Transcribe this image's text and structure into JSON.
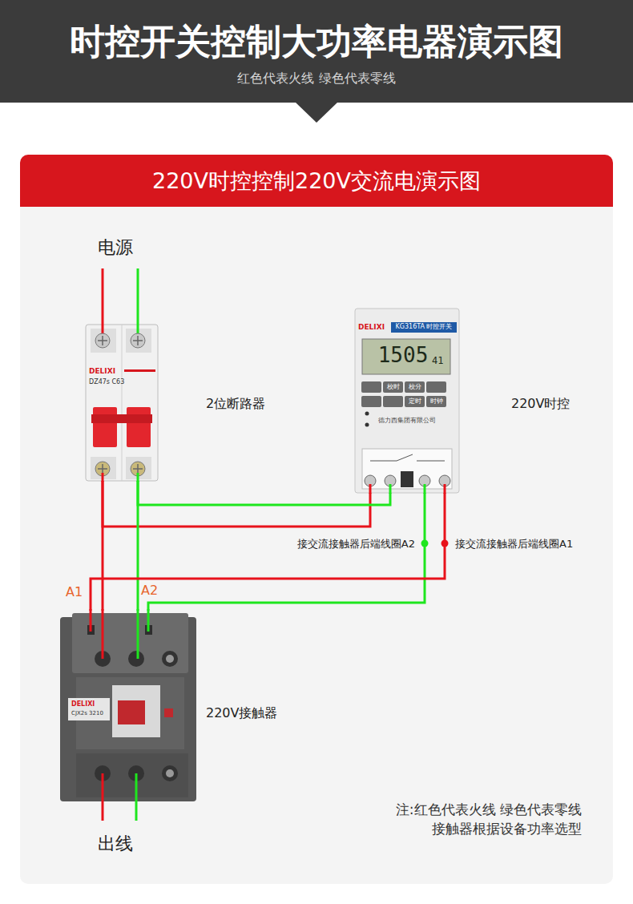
{
  "diagram": {
    "title": "时控开关控制大功率电器演示图",
    "nodes": [
      {
        "text": [
          "220V时控控制220V交流电演示图"
        ]
      },
      {
        "text": [
          "2位断路器",
          "DELIXI",
          "DZ47s C63"
        ],
        "in": 0
      },
      {
        "text": [
          "220V时控",
          "DELIXI",
          "KG316TA 时控开关",
          "1505",
          "41",
          "校时",
          "校分",
          "定时",
          "时钟",
          "德力西集团有限公司"
        ],
        "in": 0
      },
      {
        "text": [
          "220V接触器",
          "DELIXI",
          "CJX2s 3210"
        ],
        "in": 0
      }
    ],
    "edges": [
      {
        "from": 1,
        "to": 2,
        "arrow": "none"
      },
      {
        "from": 1,
        "to": 2,
        "arrow": "none"
      },
      {
        "from": 1,
        "to": 3,
        "arrow": "none"
      },
      {
        "from": 1,
        "to": 3,
        "arrow": "none"
      },
      {
        "from": 2,
        "to": 3,
        "arrow": "none",
        "label": "接交流接触器后端线圈A2"
      },
      {
        "from": 2,
        "to": 3,
        "arrow": "none",
        "label": "接交流接触器后端线圈A1"
      }
    ],
    "labels": [
      "红色代表火线 绿色代表零线",
      "电源",
      "A1",
      "A2",
      "出线",
      "注:红色代表火线 绿色代表零线",
      "接触器根据设备功率选型"
    ]
  }
}
